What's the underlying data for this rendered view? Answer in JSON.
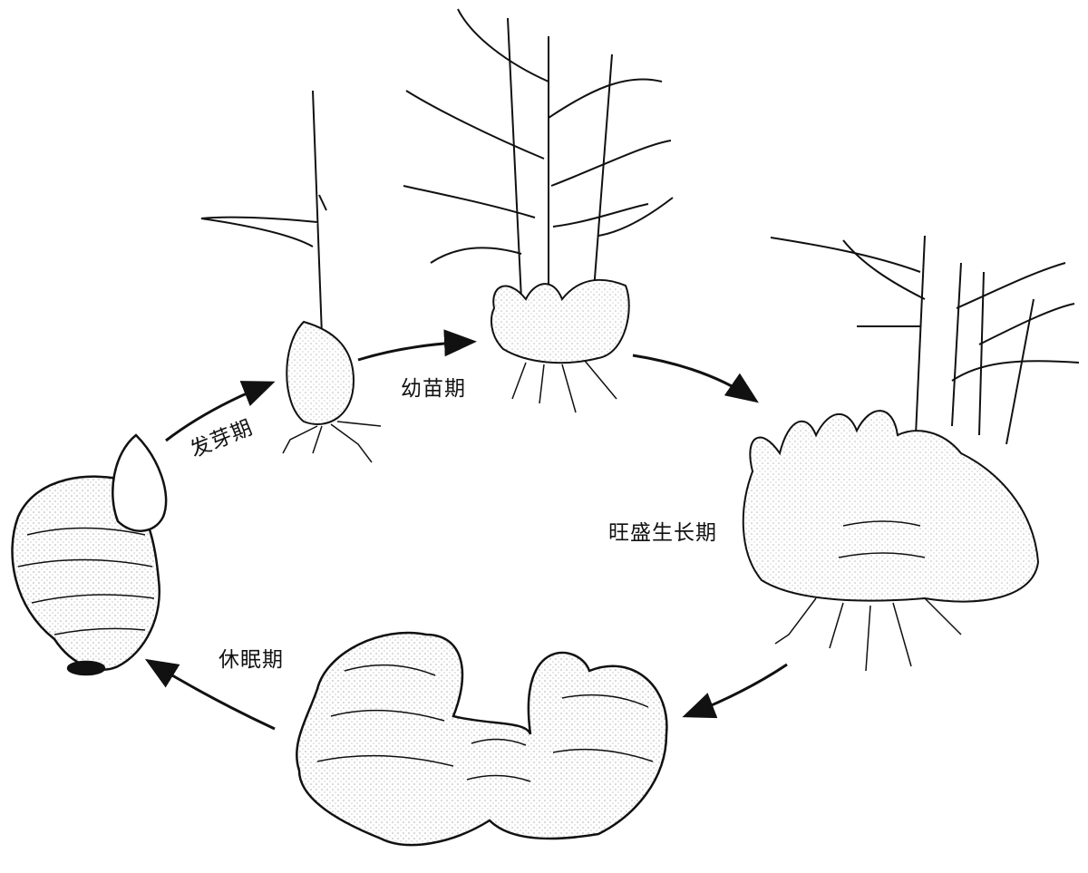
{
  "stages": {
    "germination": "发芽期",
    "seedling": "幼苗期",
    "vigorous_growth": "旺盛生长期",
    "dormancy": "休眠期"
  },
  "colors": {
    "ink": "#111111",
    "paper": "#ffffff"
  }
}
